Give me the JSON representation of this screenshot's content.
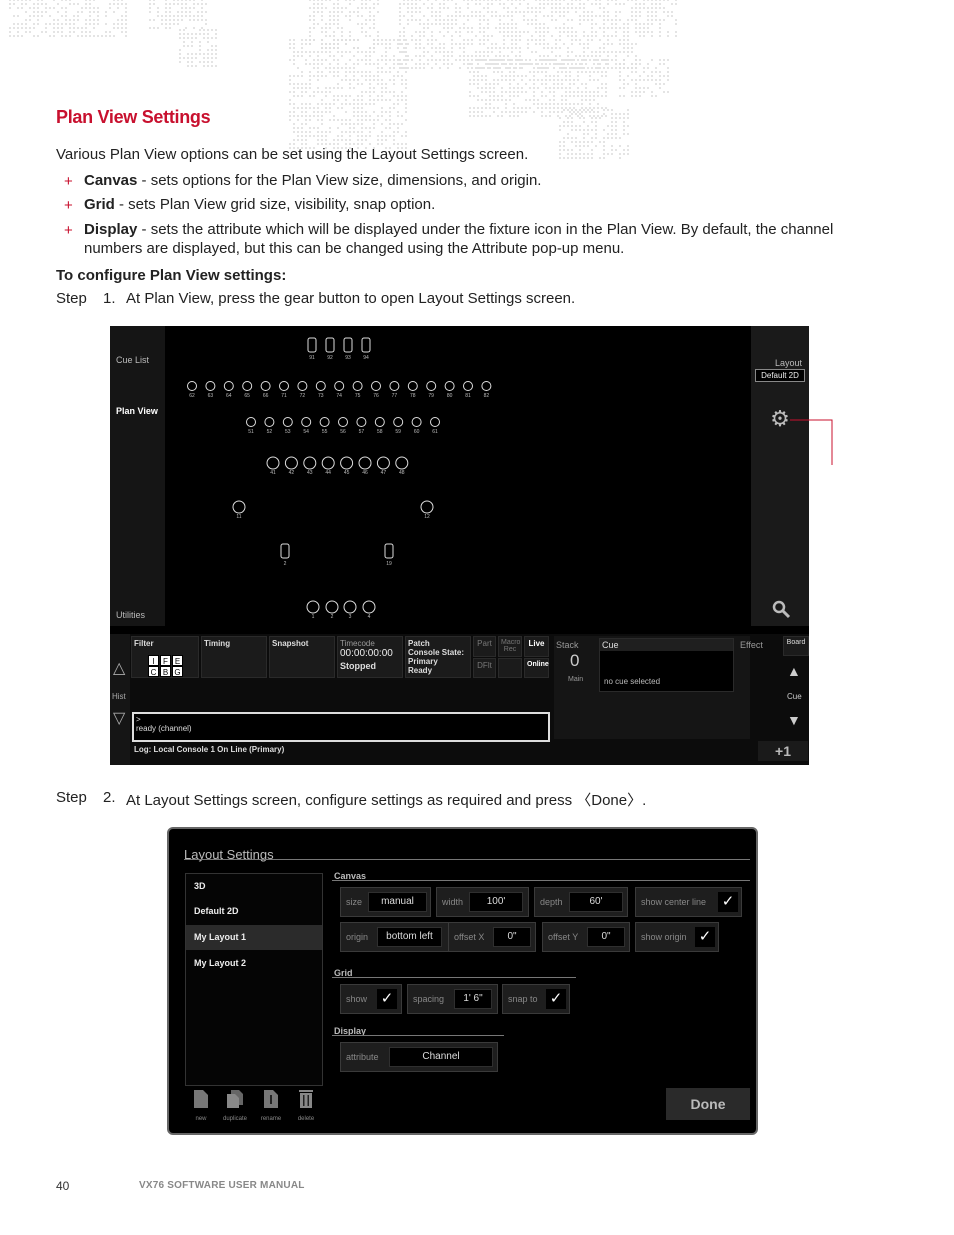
{
  "section_title": "Plan View Settings",
  "intro": "Various Plan View options can be set using the Layout Settings screen.",
  "bullets": [
    {
      "term": "Canvas",
      "text": " - sets options for the Plan View size, dimensions, and origin."
    },
    {
      "term": "Grid",
      "text": " - sets Plan View grid size, visibility, snap option."
    },
    {
      "term": "Display",
      "text": " - sets the attribute which will be displayed under the fixture icon in the Plan View. By default, the channel numbers are displayed, but this can be changed using the Attribute pop-up menu."
    }
  ],
  "bullet_mark": "+",
  "procedure_heading": "To configure Plan View settings:",
  "steps": [
    {
      "label": "Step",
      "num": "1.",
      "text": "At Plan View, press the gear button to open Layout Settings screen."
    },
    {
      "label": "Step",
      "num": "2.",
      "text": "At Layout Settings screen, configure settings as required and press 〈Done〉."
    }
  ],
  "screen1": {
    "left_nav": [
      "Cue List",
      "Plan View",
      "Utilities"
    ],
    "layout_label": "Layout",
    "layout_value": "Default 2D",
    "fixture_rows": [
      {
        "labels": [
          "91",
          "92",
          "93",
          "94"
        ]
      },
      {
        "labels": [
          "62",
          "63",
          "64",
          "65",
          "66",
          "71",
          "72",
          "73",
          "74",
          "75",
          "76",
          "77",
          "78",
          "79",
          "80",
          "81",
          "82"
        ]
      },
      {
        "labels": [
          "51",
          "52",
          "53",
          "54",
          "55",
          "56",
          "57",
          "58",
          "59",
          "60",
          "61"
        ]
      },
      {
        "labels": [
          "41",
          "42",
          "43",
          "44",
          "45",
          "46",
          "47",
          "48"
        ]
      },
      {
        "labels": [
          "11",
          "12"
        ]
      },
      {
        "labels": [
          "2",
          "19"
        ]
      },
      {
        "labels": [
          "1",
          "2",
          "3",
          "4"
        ]
      }
    ],
    "bottom": {
      "filter": "Filter",
      "filter_keys": [
        "I",
        "F",
        "E",
        "C",
        "B",
        "G"
      ],
      "timing": "Timing",
      "snapshot": "Snapshot",
      "timecode_label": "Timecode",
      "timecode_value": "00:00:00:00",
      "timecode_state": "Stopped",
      "patch": "Patch",
      "console_state": "Console State:",
      "primary": "Primary",
      "ready": "Ready",
      "part": "Part",
      "macro_rec": "Macro Rec",
      "live": "Live",
      "dflt": "DFlt",
      "online": "Online",
      "stack": "Stack",
      "stack_value": "0",
      "stack_sub": "Main",
      "cue": "Cue",
      "cue_value": "no cue selected",
      "effect": "Effect",
      "board": "Board",
      "cue_btn": "Cue",
      "hist": "Hist",
      "prompt": ">",
      "status": "ready (channel)",
      "log": "Log: Local Console 1 On Line (Primary)",
      "plus_one": "+1"
    }
  },
  "screen2": {
    "title": "Layout Settings",
    "layouts": [
      "3D",
      "Default 2D",
      "My Layout 1",
      "My Layout 2"
    ],
    "selected_layout": "My Layout 1",
    "canvas": {
      "heading": "Canvas",
      "size_label": "size",
      "size_value": "manual",
      "width_label": "width",
      "width_value": "100'",
      "depth_label": "depth",
      "depth_value": "60'",
      "center_label": "show center line",
      "origin_label": "origin",
      "origin_value": "bottom left",
      "offx_label": "offset X",
      "offx_value": "0\"",
      "offy_label": "offset Y",
      "offy_value": "0\"",
      "show_origin_label": "show origin"
    },
    "grid": {
      "heading": "Grid",
      "show_label": "show",
      "spacing_label": "spacing",
      "spacing_value": "1' 6\"",
      "snap_label": "snap to"
    },
    "display": {
      "heading": "Display",
      "attribute_label": "attribute",
      "attribute_value": "Channel"
    },
    "check_mark": "✓",
    "tools": [
      "new",
      "duplicate",
      "rename",
      "delete"
    ],
    "done": "Done"
  },
  "footer": {
    "page": "40",
    "manual": "VX76 SOFTWARE USER MANUAL"
  },
  "colors": {
    "accent": "#c8102e",
    "callout": "#c8102e"
  }
}
